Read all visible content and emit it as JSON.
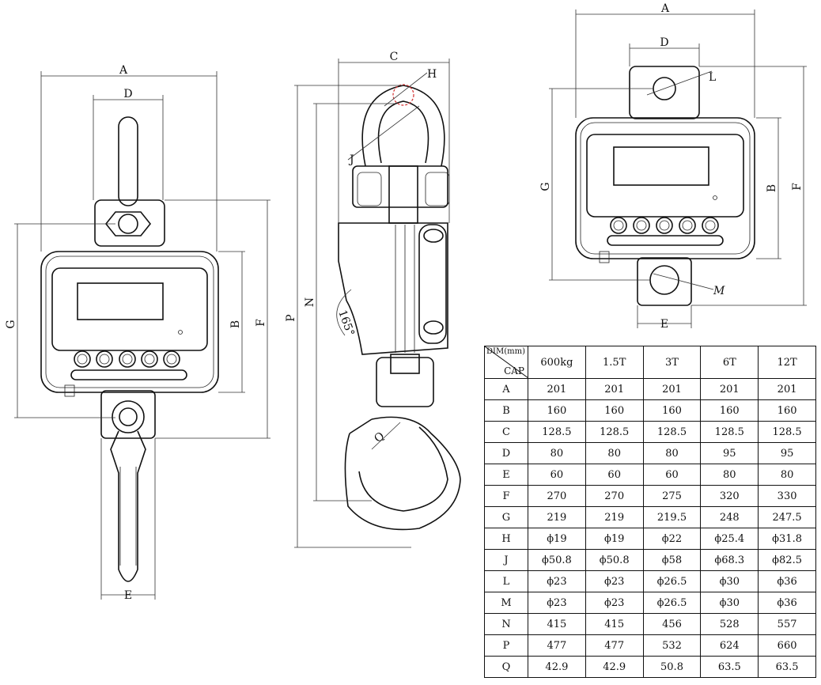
{
  "dimension_labels": {
    "front": {
      "A": "A",
      "D": "D",
      "G": "G",
      "B": "B",
      "F": "F",
      "E": "E"
    },
    "side": {
      "C": "C",
      "H": "H",
      "J": "J",
      "P": "P",
      "N": "N",
      "angle": "165°",
      "Q": "Q"
    },
    "back": {
      "A": "A",
      "D": "D",
      "L": "L",
      "G": "G",
      "B": "B",
      "F": "F",
      "M": "M",
      "E": "E"
    }
  },
  "table": {
    "corner_dim": "DIM(mm)",
    "corner_cap": "CAP",
    "capacities": [
      "600kg",
      "1.5T",
      "3T",
      "6T",
      "12T"
    ],
    "rows": [
      {
        "key": "A",
        "values": [
          "201",
          "201",
          "201",
          "201",
          "201"
        ]
      },
      {
        "key": "B",
        "values": [
          "160",
          "160",
          "160",
          "160",
          "160"
        ]
      },
      {
        "key": "C",
        "values": [
          "128.5",
          "128.5",
          "128.5",
          "128.5",
          "128.5"
        ]
      },
      {
        "key": "D",
        "values": [
          "80",
          "80",
          "80",
          "95",
          "95"
        ]
      },
      {
        "key": "E",
        "values": [
          "60",
          "60",
          "60",
          "80",
          "80"
        ]
      },
      {
        "key": "F",
        "values": [
          "270",
          "270",
          "275",
          "320",
          "330"
        ]
      },
      {
        "key": "G",
        "values": [
          "219",
          "219",
          "219.5",
          "248",
          "247.5"
        ]
      },
      {
        "key": "H",
        "values": [
          "ϕ19",
          "ϕ19",
          "ϕ22",
          "ϕ25.4",
          "ϕ31.8"
        ]
      },
      {
        "key": "J",
        "values": [
          "ϕ50.8",
          "ϕ50.8",
          "ϕ58",
          "ϕ68.3",
          "ϕ82.5"
        ]
      },
      {
        "key": "L",
        "values": [
          "ϕ23",
          "ϕ23",
          "ϕ26.5",
          "ϕ30",
          "ϕ36"
        ]
      },
      {
        "key": "M",
        "values": [
          "ϕ23",
          "ϕ23",
          "ϕ26.5",
          "ϕ30",
          "ϕ36"
        ]
      },
      {
        "key": "N",
        "values": [
          "415",
          "415",
          "456",
          "528",
          "557"
        ]
      },
      {
        "key": "P",
        "values": [
          "477",
          "477",
          "532",
          "624",
          "660"
        ]
      },
      {
        "key": "Q",
        "values": [
          "42.9",
          "42.9",
          "50.8",
          "63.5",
          "63.5"
        ]
      }
    ]
  }
}
